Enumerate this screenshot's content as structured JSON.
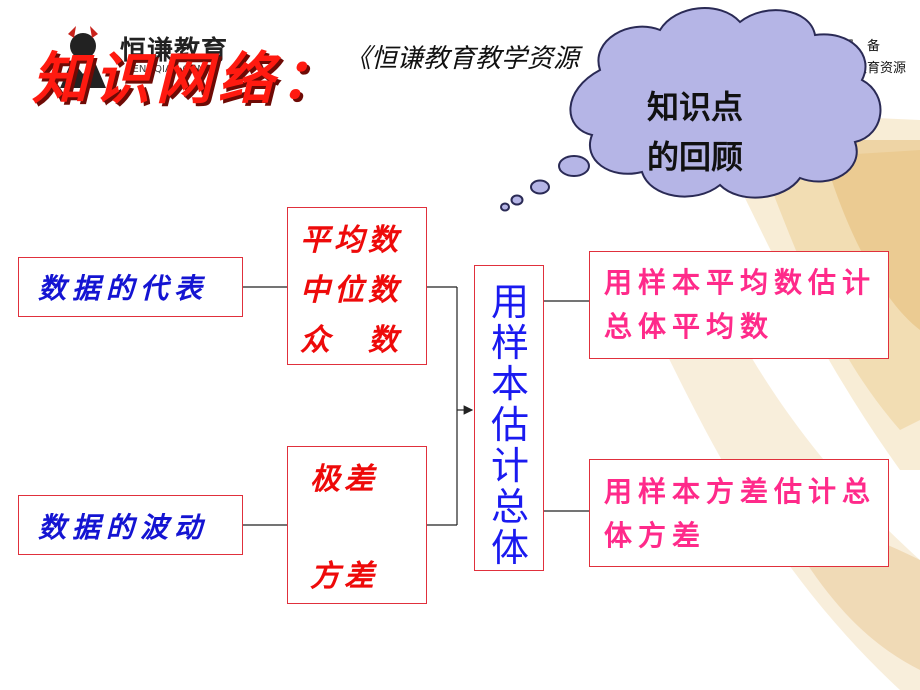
{
  "header": {
    "logo_text": "恒谦教育",
    "logo_sub": "HENGQIAN.COM",
    "title": "《恒谦教育教学资源",
    "right_lines": [
      "备课、备",
      "恒谦教育资源"
    ],
    "page_title": "知识网络："
  },
  "cloud": {
    "lines": [
      "知识点",
      "的回顾"
    ]
  },
  "diagram": {
    "data_representative": "数据的代表",
    "data_fluctuation": "数据的波动",
    "rep_measures": [
      "平均数",
      "中位数",
      "众　数"
    ],
    "flu_measures": [
      "极差",
      "方差"
    ],
    "center": [
      "用",
      "样",
      "本",
      "估",
      "计",
      "总",
      "体"
    ],
    "result_mean": "用样本平均数估计总体平均数",
    "result_variance": "用样本方差估计总体方差"
  },
  "colors": {
    "box_border": "#e0303c",
    "blue_text": "#1414d2",
    "red_text": "#ee0a0a",
    "pink_text": "#ff2a8a",
    "title_red": "#ff1a10",
    "cloud_fill": "#b5b5e6"
  }
}
